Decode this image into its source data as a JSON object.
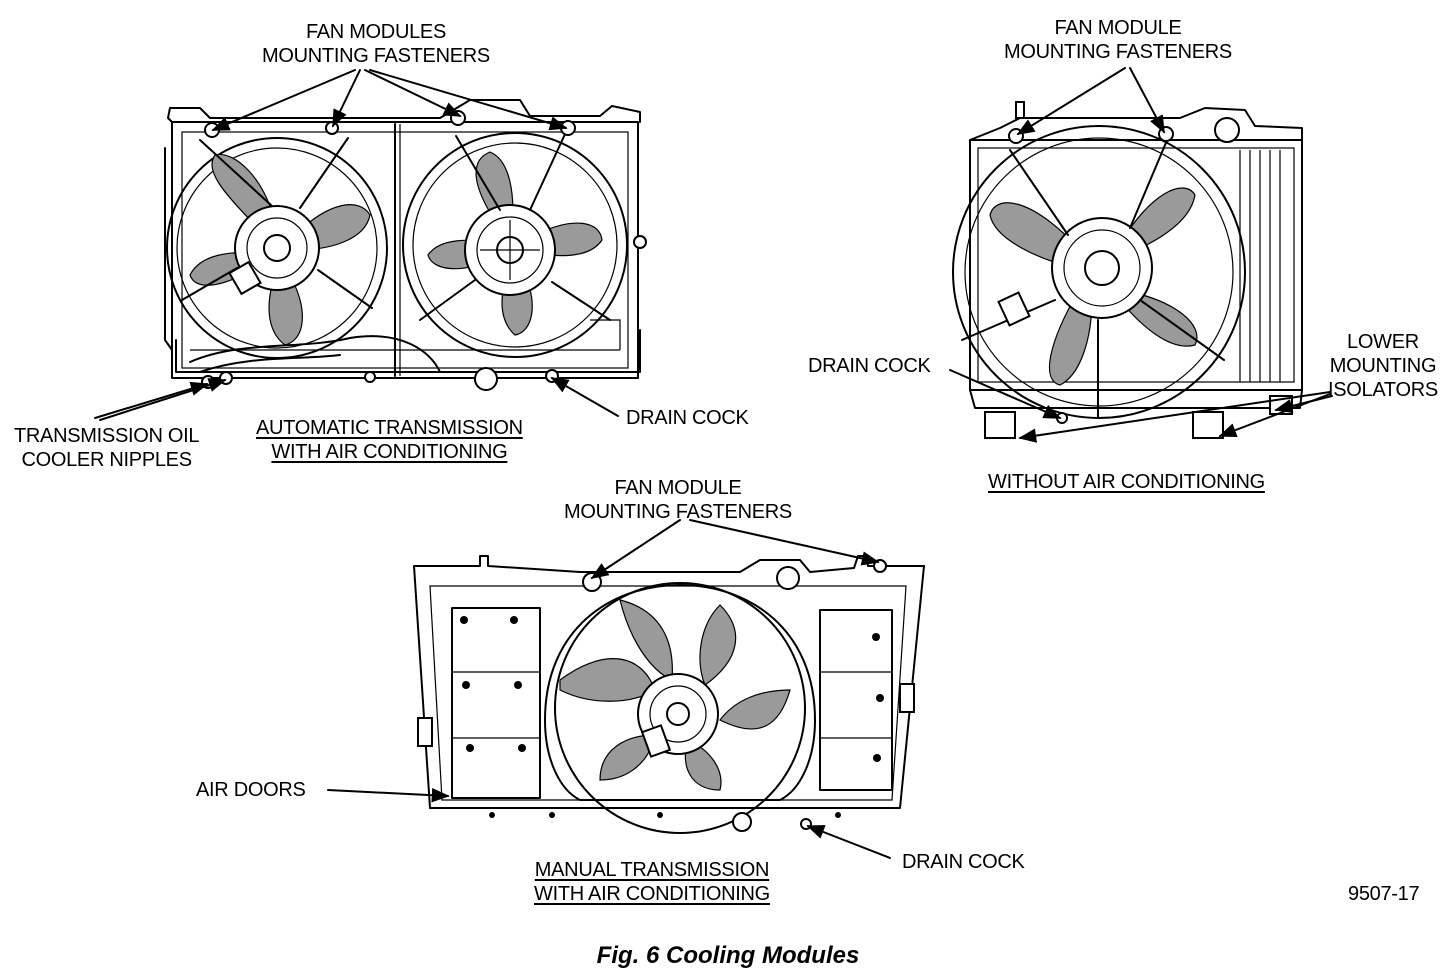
{
  "labels": {
    "fan_modules_fasteners": [
      "FAN MODULES",
      "MOUNTING FASTENERS"
    ],
    "fan_module_fasteners_top": [
      "FAN MODULE",
      "MOUNTING FASTENERS"
    ],
    "fan_module_fasteners_bottom": [
      "FAN MODULE",
      "MOUNTING FASTENERS"
    ],
    "transmission_oil_cooler_nipples": [
      "TRANSMISSION OIL",
      "COOLER NIPPLES"
    ],
    "automatic_title": [
      "AUTOMATIC TRANSMISSION",
      "WITH AIR CONDITIONING"
    ],
    "drain_cock_auto": "DRAIN COCK",
    "drain_cock_noac": "DRAIN COCK",
    "lower_mounting_isolators": [
      "LOWER",
      "MOUNTING",
      "ISOLATORS"
    ],
    "without_ac_title": "WITHOUT AIR CONDITIONING",
    "air_doors": "AIR DOORS",
    "drain_cock_manual": "DRAIN COCK",
    "manual_title": [
      "MANUAL TRANSMISSION",
      "WITH AIR CONDITIONING"
    ],
    "figure_number": "9507-17"
  },
  "caption": "Fig. 6 Cooling Modules"
}
